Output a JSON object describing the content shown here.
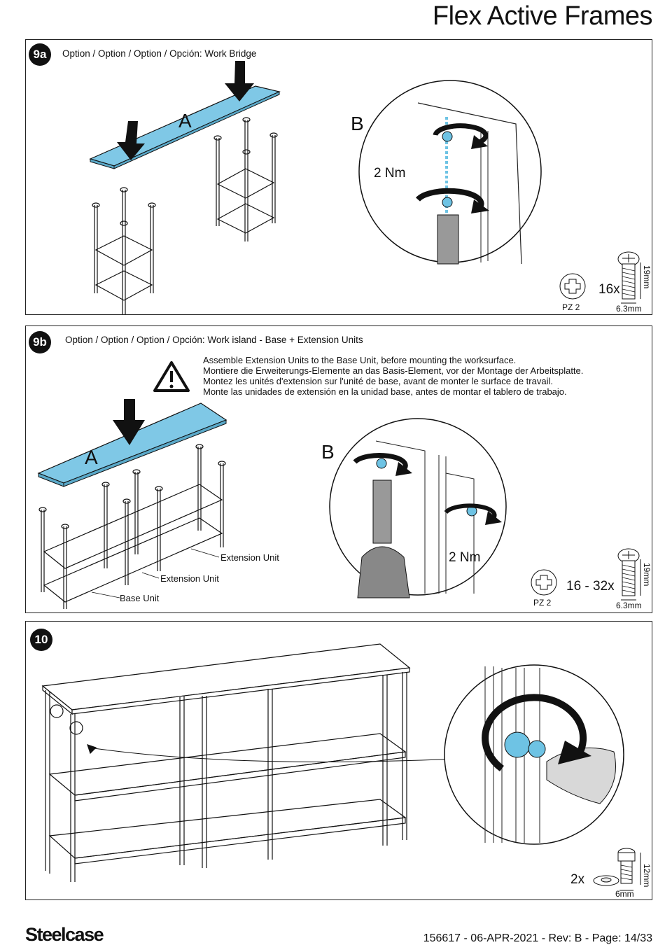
{
  "header": {
    "title": "Flex Active Frames"
  },
  "step9a": {
    "number": "9a",
    "option_text": "Option / Option / Option / Opción: Work Bridge",
    "label_a": "A",
    "label_b": "B",
    "torque": "2 Nm",
    "tool": "PZ 2",
    "quantity": "16x",
    "screw_length": "19mm",
    "screw_diameter": "6.3mm"
  },
  "step9b": {
    "number": "9b",
    "option_text": "Option / Option / Option / Opción: Work island - Base + Extension Units",
    "warning_icon": "warning-triangle-icon",
    "notes": [
      "Assemble Extension Units to the Base Unit, before mounting the worksurface.",
      "Montiere die Erweiterungs-Elemente an das Basis-Element, vor der Montage der Arbeitsplatte.",
      "Montez les unités d'extension sur l'unité de base, avant de monter le surface de travail.",
      "Monte las unidades de extensión en la unidad base, antes de montar el tablero de trabajo."
    ],
    "label_a": "A",
    "label_b": "B",
    "callout_extension_1": "Extension Unit",
    "callout_extension_2": "Extension Unit",
    "callout_base": "Base Unit",
    "torque": "2 Nm",
    "tool": "PZ 2",
    "quantity": "16 - 32x",
    "screw_length": "19mm",
    "screw_diameter": "6.3mm"
  },
  "step10": {
    "number": "10",
    "quantity": "2x",
    "bolt_length": "12mm",
    "bolt_diameter": "6mm"
  },
  "footer": {
    "brand": "Steelcase",
    "doc_ref": "156617 - 06-APR-2021 - Rev: B - Page: 14/33"
  },
  "colors": {
    "worksurface": "#7fc8e6",
    "screw": "#6ec3e4",
    "ink": "#111111"
  }
}
